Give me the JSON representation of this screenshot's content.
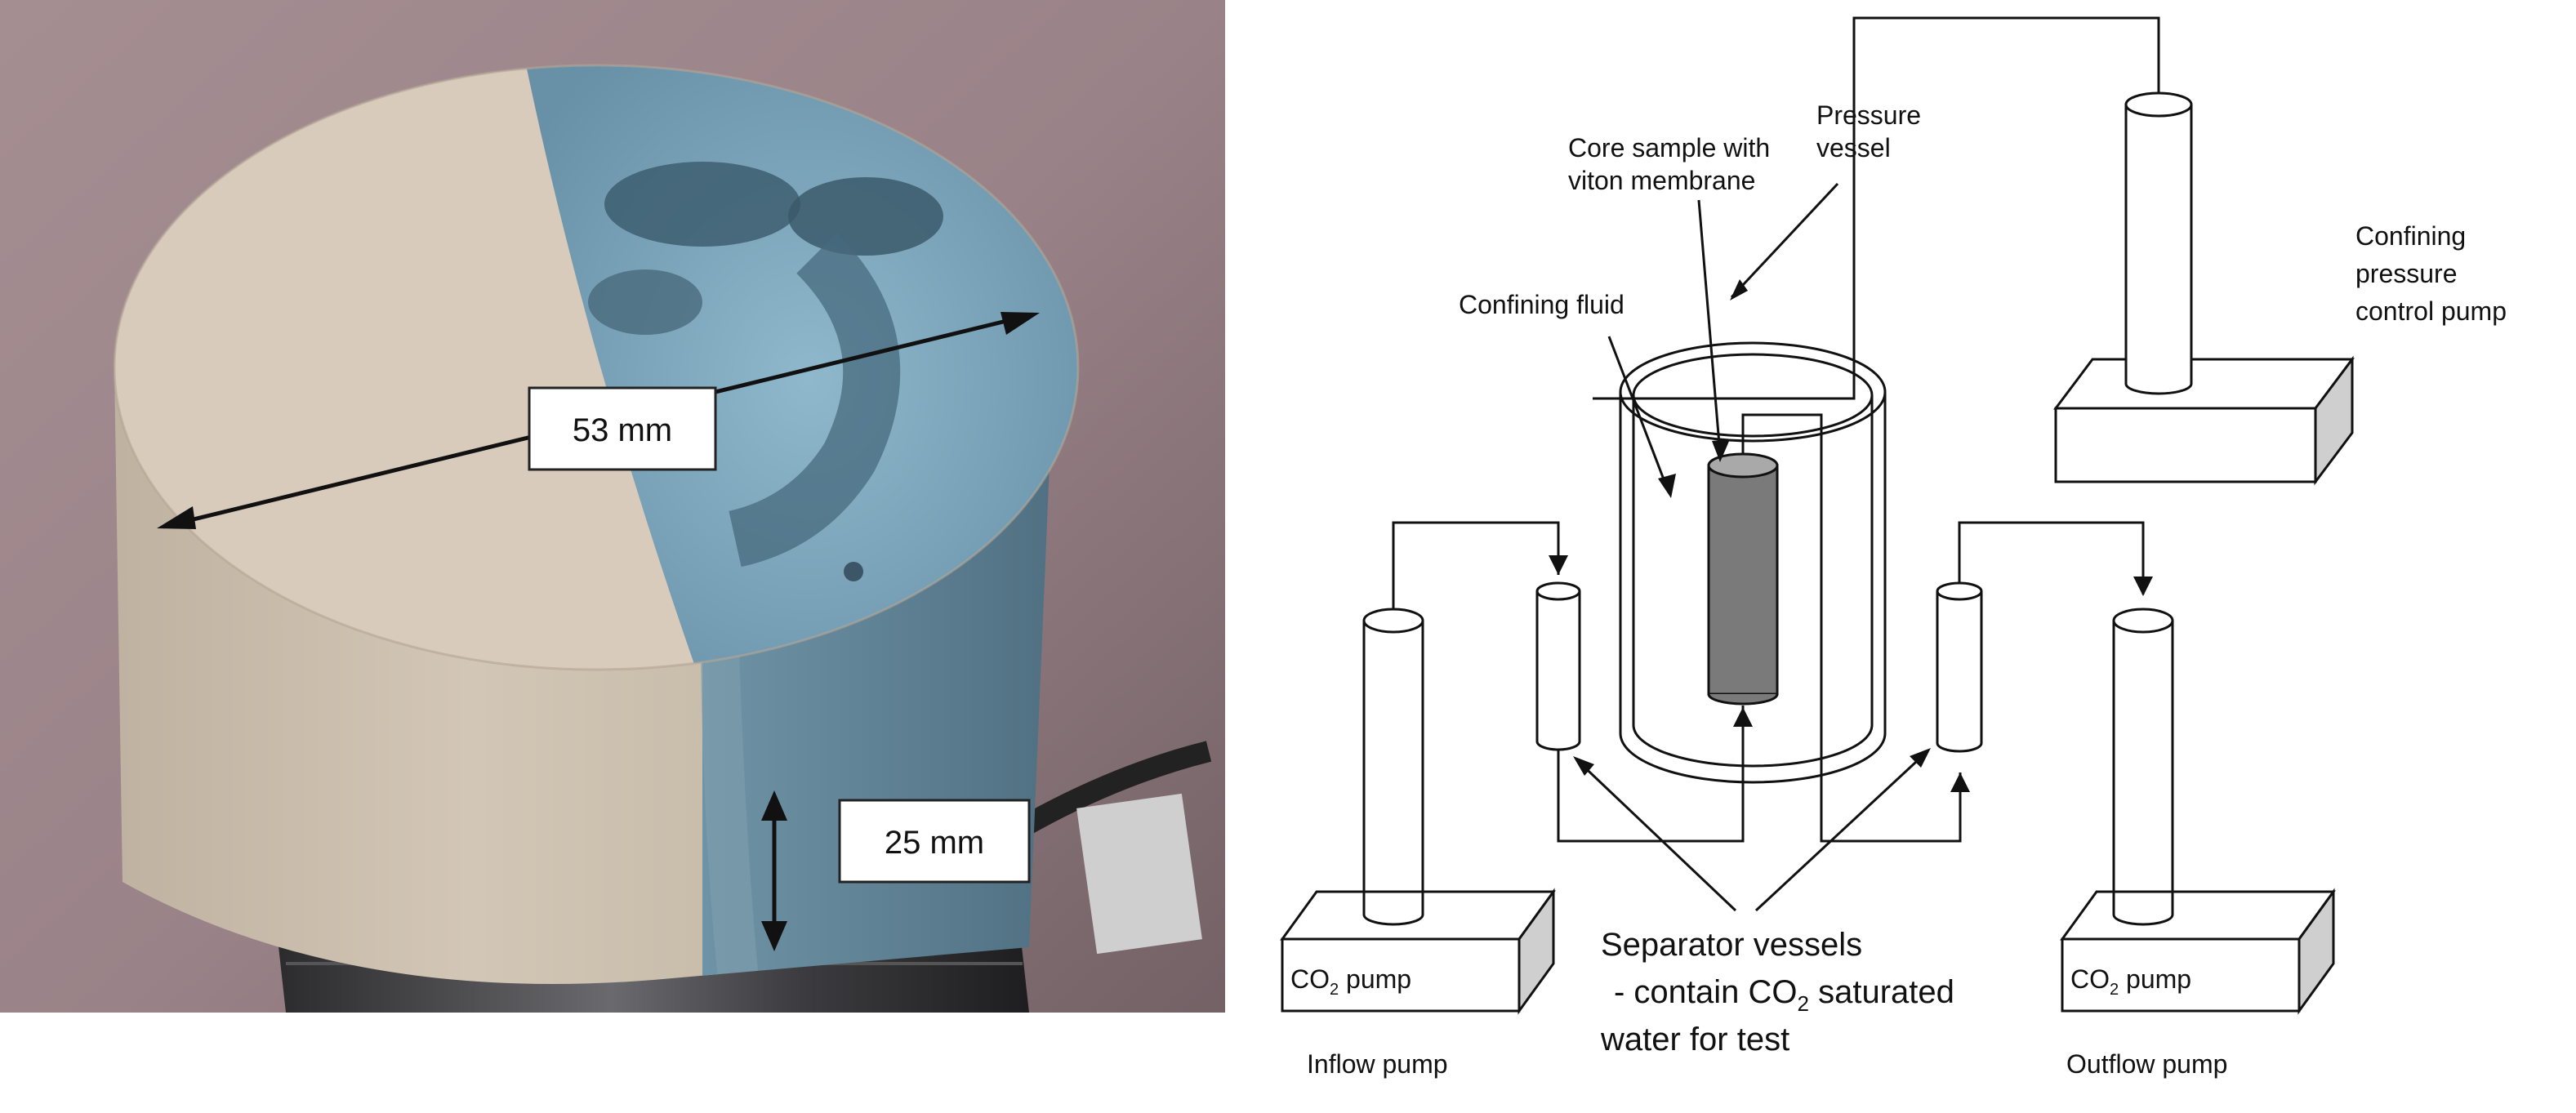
{
  "photo": {
    "dimension_diameter": "53 mm",
    "dimension_height": "25 mm"
  },
  "diagram": {
    "label_core_sample_line1": "Core sample with",
    "label_core_sample_line2": "viton membrane",
    "label_pressure_vessel_line1": "Pressure",
    "label_pressure_vessel_line2": "vessel",
    "label_confining_fluid": "Confining fluid",
    "label_confining_pump_line1": "Confining",
    "label_confining_pump_line2": "pressure",
    "label_confining_pump_line3": "control pump",
    "label_co2_pump_left_prefix": "CO",
    "label_co2_pump_left_sub": "2",
    "label_co2_pump_left_suffix": " pump",
    "label_co2_pump_right_prefix": "CO",
    "label_co2_pump_right_sub": "2",
    "label_co2_pump_right_suffix": " pump",
    "label_separator_line1": "Separator vessels",
    "label_separator_line2_prefix": "- contain CO",
    "label_separator_line2_sub": "2",
    "label_separator_line2_suffix": " saturated",
    "label_separator_line3": "water for test",
    "label_inflow_pump": "Inflow pump",
    "label_outflow_pump": "Outflow pump"
  }
}
